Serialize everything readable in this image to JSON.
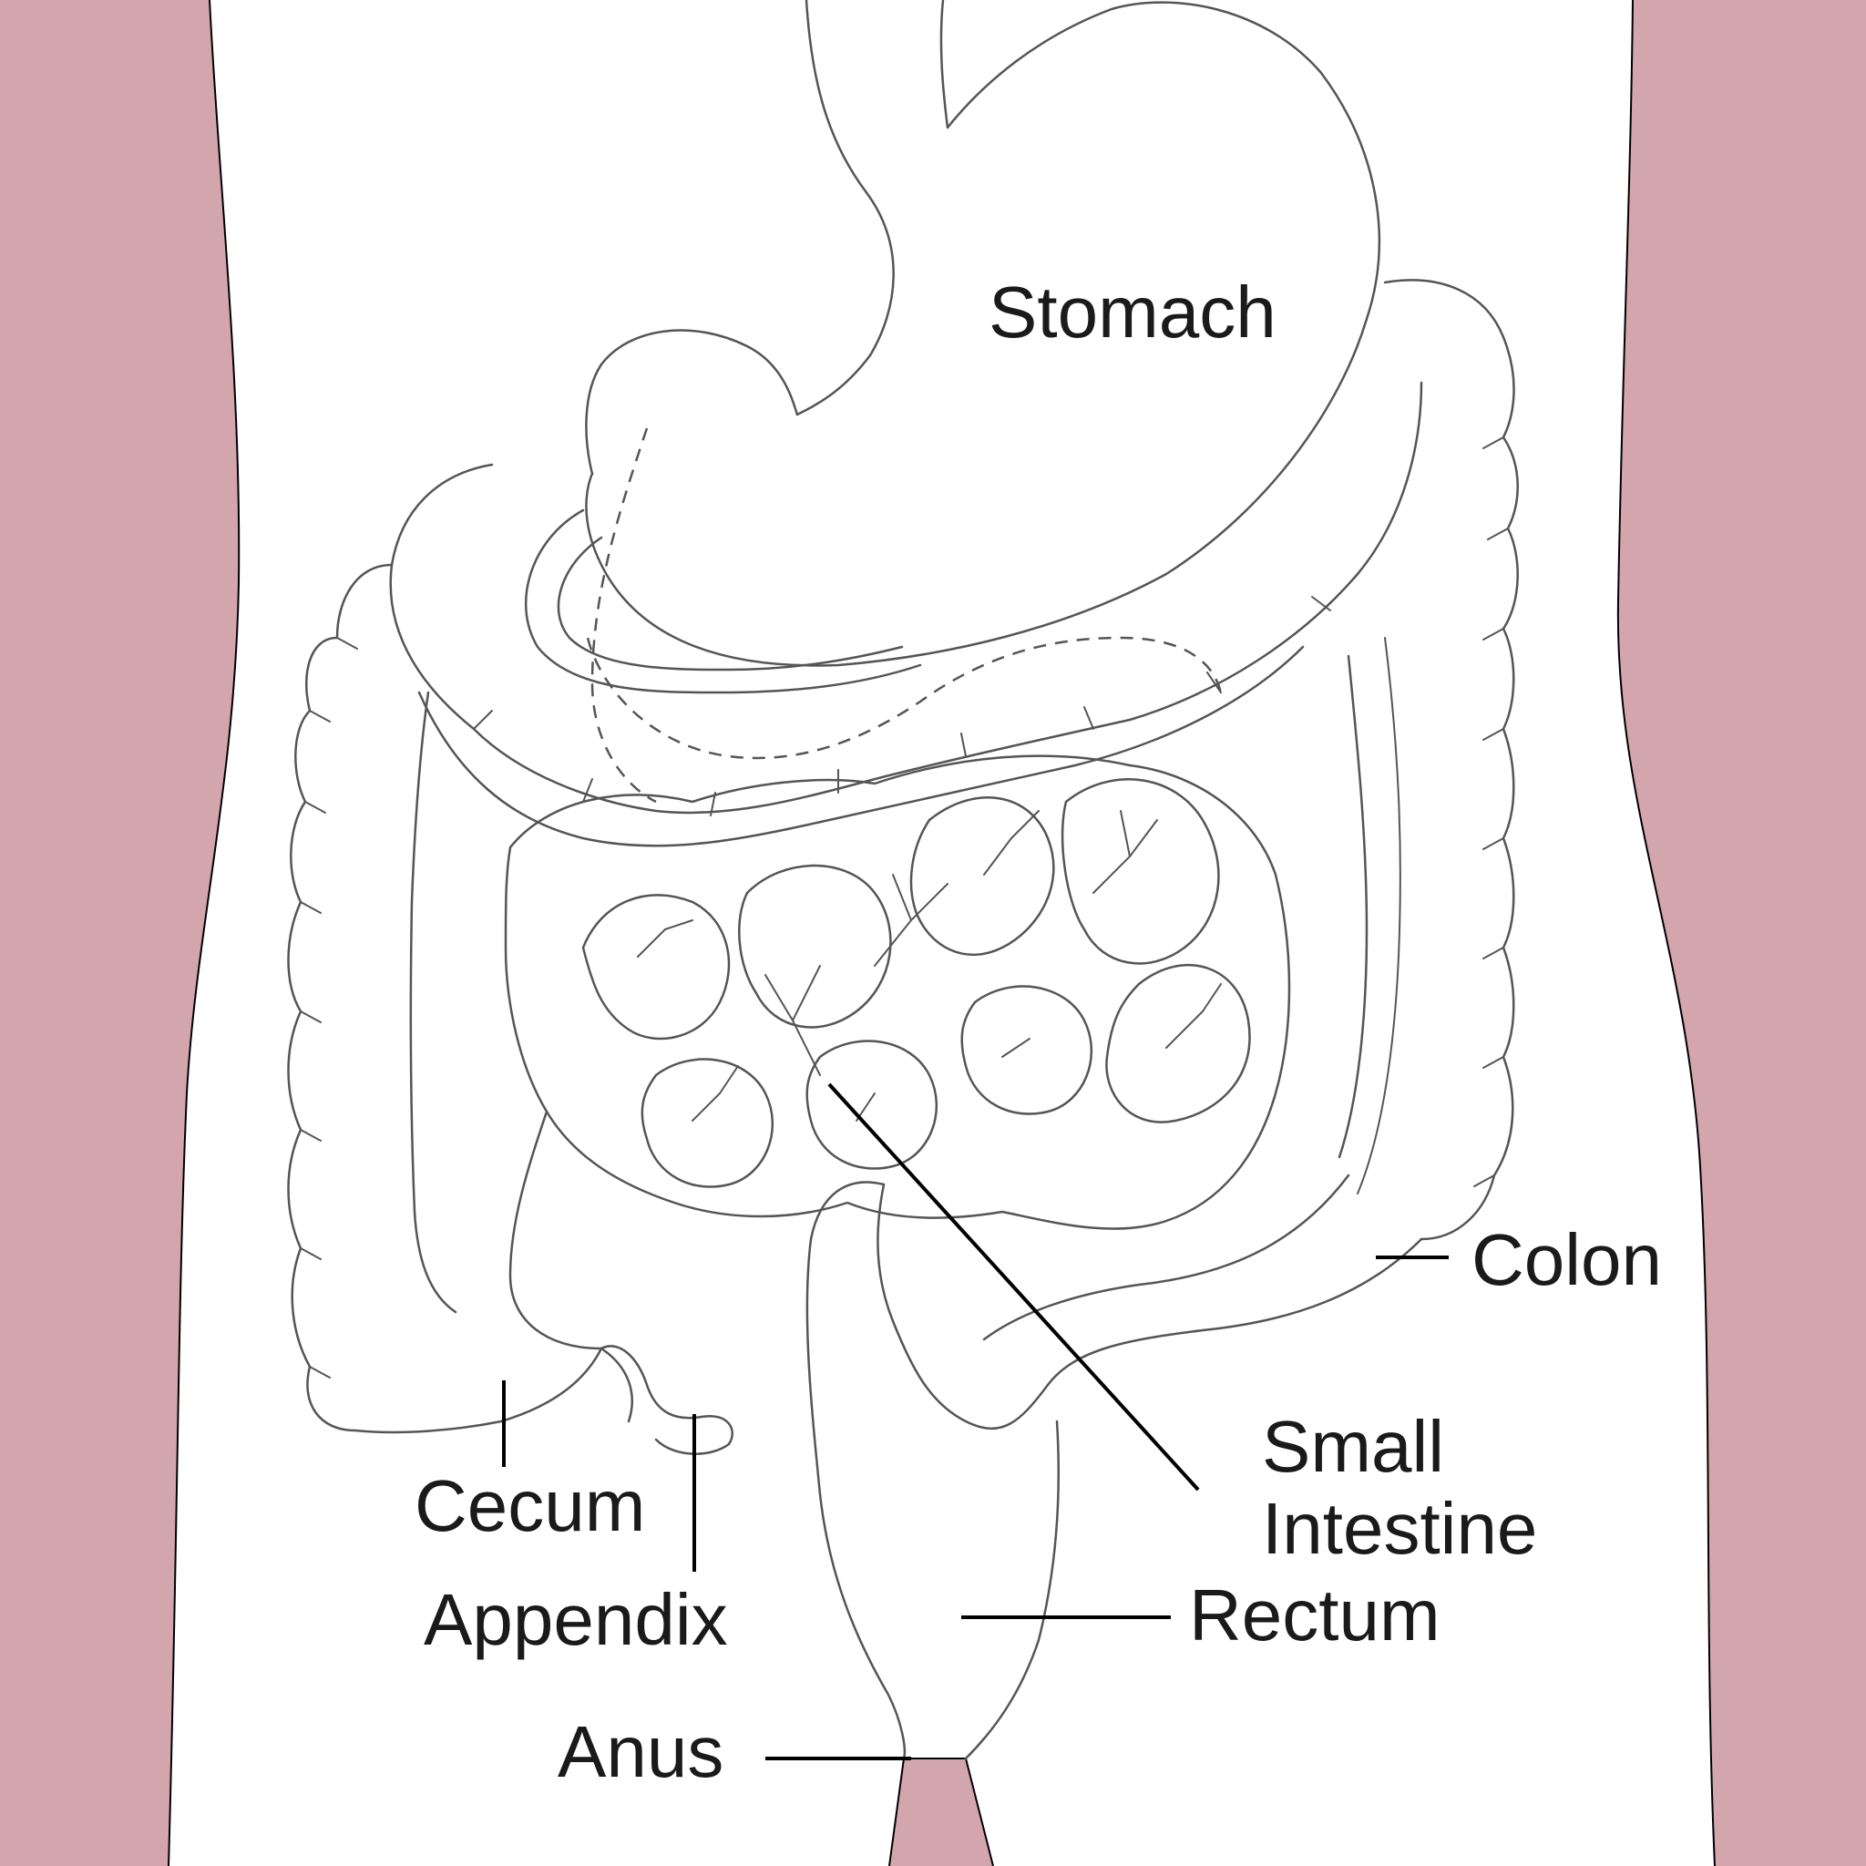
{
  "colors": {
    "skin": "#d3a6ad",
    "body": "#ffffff",
    "outline": "#555555",
    "leader": "#000000",
    "text": "#1a1a1a"
  },
  "labels": {
    "stomach": "Stomach",
    "colon": "Colon",
    "small_intestine_line1": "Small",
    "small_intestine_line2": "Intestine",
    "cecum": "Cecum",
    "appendix": "Appendix",
    "rectum": "Rectum",
    "anus": "Anus"
  }
}
